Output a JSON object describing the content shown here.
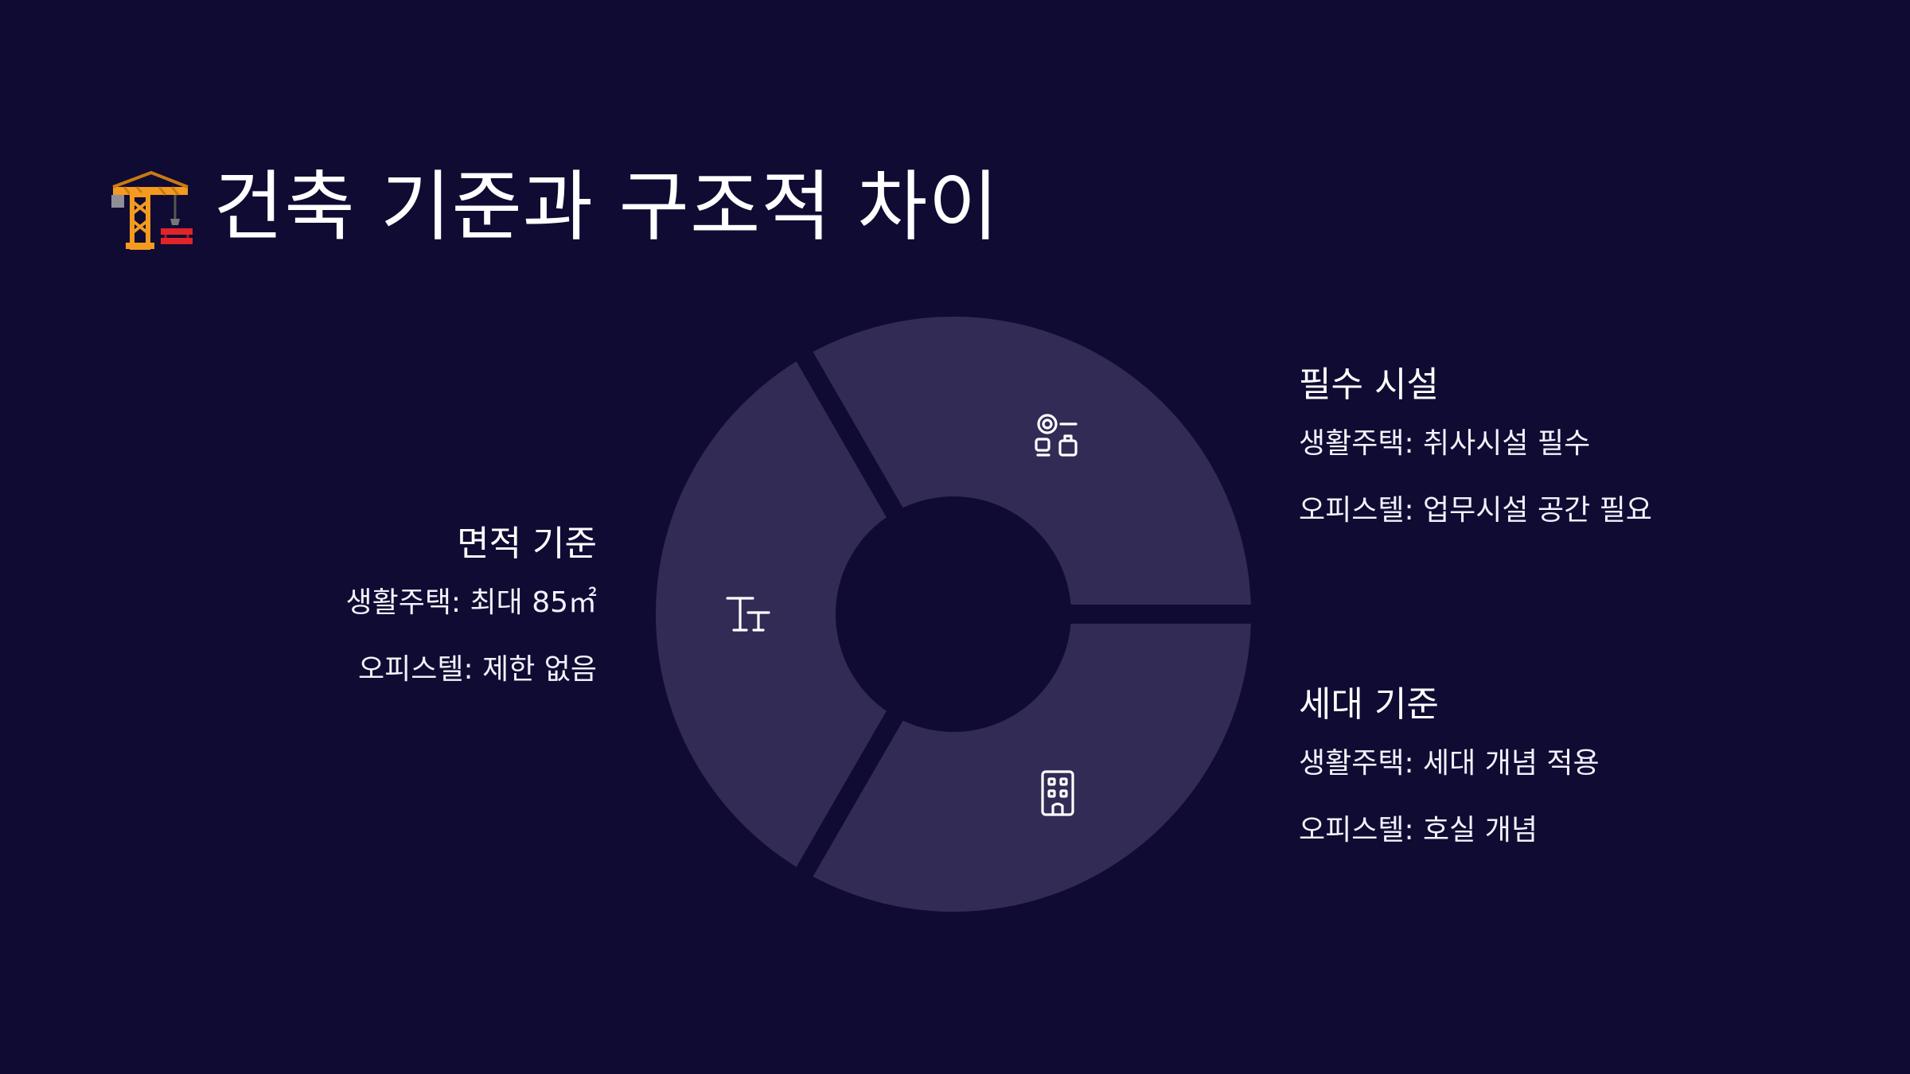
{
  "slide": {
    "title": "건축 기준과 구조적 차이",
    "title_icon": "construction-crane-icon"
  },
  "colors": {
    "background": "#100b33",
    "segment": "#312b55",
    "text": "#ffffff"
  },
  "segments": [
    {
      "id": "facilities",
      "icon": "kitchen-facility-icon",
      "title": "필수 시설",
      "lines": [
        "생활주택: 취사시설 필수",
        "오피스텔: 업무시설 공간 필요"
      ]
    },
    {
      "id": "households",
      "icon": "building-icon",
      "title": "세대 기준",
      "lines": [
        "생활주택: 세대 개념 적용",
        "오피스텔: 호실 개념"
      ]
    },
    {
      "id": "area",
      "icon": "text-size-icon",
      "title": "면적 기준",
      "lines": [
        "생활주택: 최대 85㎡",
        "오피스텔: 제한 없음"
      ]
    }
  ]
}
